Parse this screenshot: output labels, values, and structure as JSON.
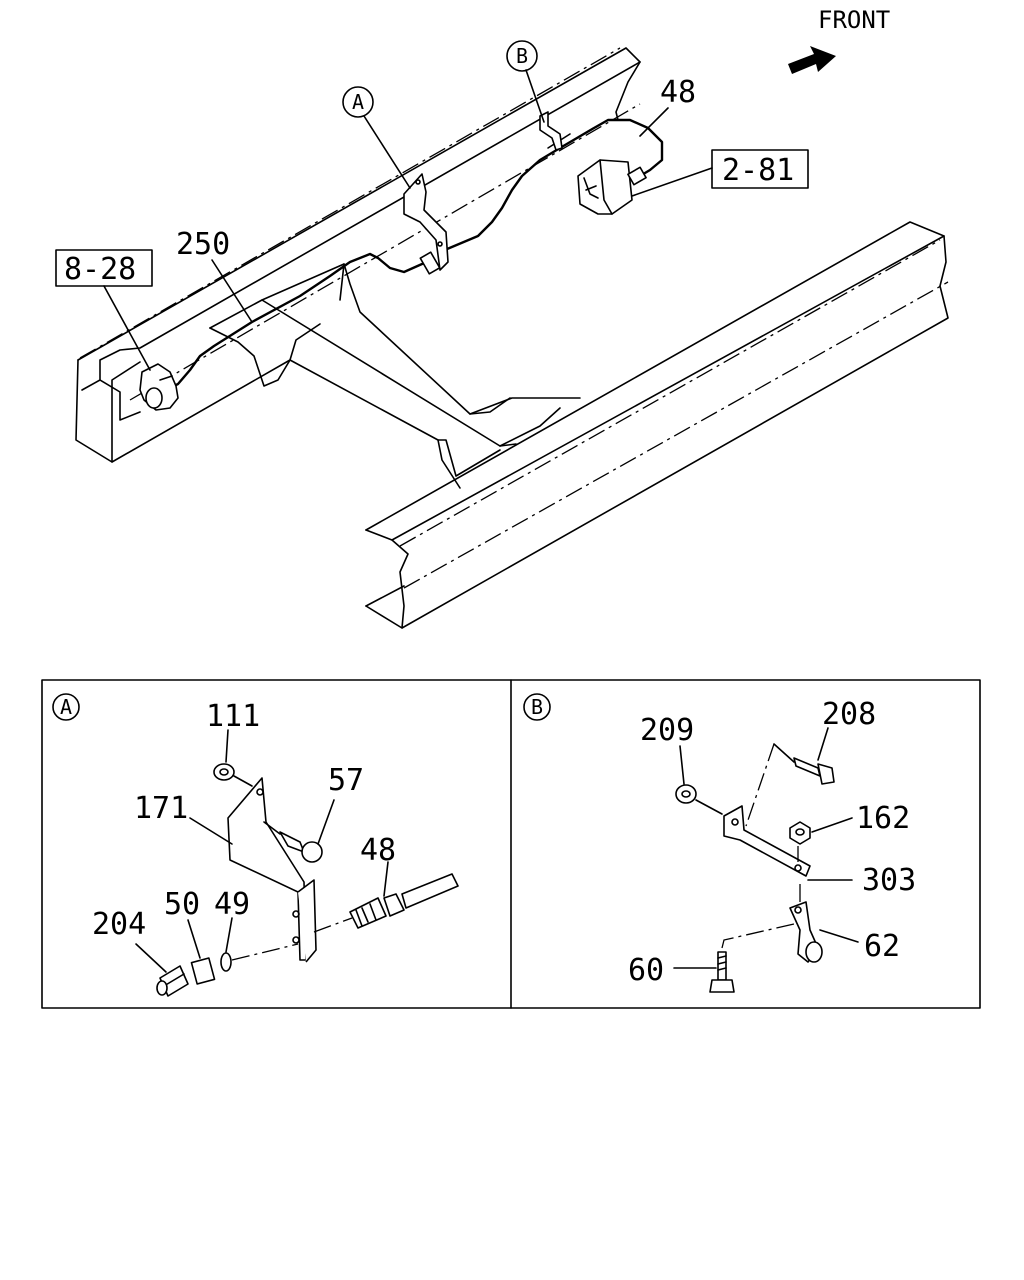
{
  "front": {
    "label": "FRONT"
  },
  "callouts": {
    "detail_a_marker": "A",
    "detail_b_marker": "B",
    "part_48": "48",
    "ref_2_81": "2-81",
    "part_250": "250",
    "ref_8_28": "8-28"
  },
  "detail_a": {
    "marker": "A",
    "labels": {
      "p111": "111",
      "p57": "57",
      "p171": "171",
      "p48": "48",
      "p204": "204",
      "p50": "50",
      "p49": "49"
    }
  },
  "detail_b": {
    "marker": "B",
    "labels": {
      "p209": "209",
      "p208": "208",
      "p162": "162",
      "p303": "303",
      "p62": "62",
      "p60": "60"
    }
  },
  "colors": {
    "ink": "#000000",
    "paper": "#ffffff"
  }
}
